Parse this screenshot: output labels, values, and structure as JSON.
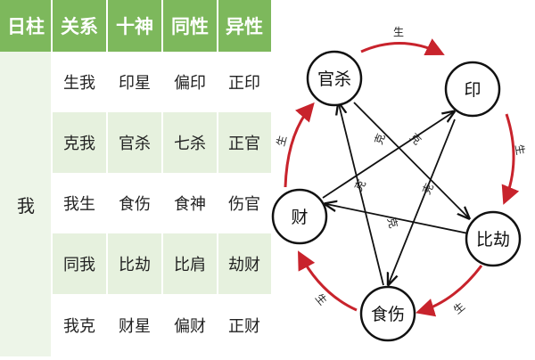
{
  "table": {
    "headers": [
      "日柱",
      "关系",
      "十神",
      "同性",
      "异性"
    ],
    "self_label": "我",
    "rows": [
      {
        "relation": "生我",
        "god": "印星",
        "same": "偏印",
        "opposite": "正印"
      },
      {
        "relation": "克我",
        "god": "官杀",
        "same": "七杀",
        "opposite": "正官"
      },
      {
        "relation": "我生",
        "god": "食伤",
        "same": "食神",
        "opposite": "伤官"
      },
      {
        "relation": "同我",
        "god": "比劫",
        "same": "比肩",
        "opposite": "劫财"
      },
      {
        "relation": "我克",
        "god": "财星",
        "same": "偏财",
        "opposite": "正财"
      }
    ]
  },
  "diagram": {
    "nodes": {
      "guansha": "官杀",
      "yin": "印",
      "bijie": "比劫",
      "shishang": "食伤",
      "cai": "财"
    },
    "cycle_labels": {
      "guansha_yin": "生",
      "yin_bijie": "生",
      "bijie_shishang": "生",
      "shishang_cai": "生",
      "cai_guansha": "生"
    },
    "star_labels": {
      "a": "克",
      "b": "克",
      "c": "克",
      "d": "克",
      "e": "克"
    },
    "colors": {
      "cycle": "#c8232c",
      "star": "#111111",
      "header": "#7db85c"
    }
  }
}
